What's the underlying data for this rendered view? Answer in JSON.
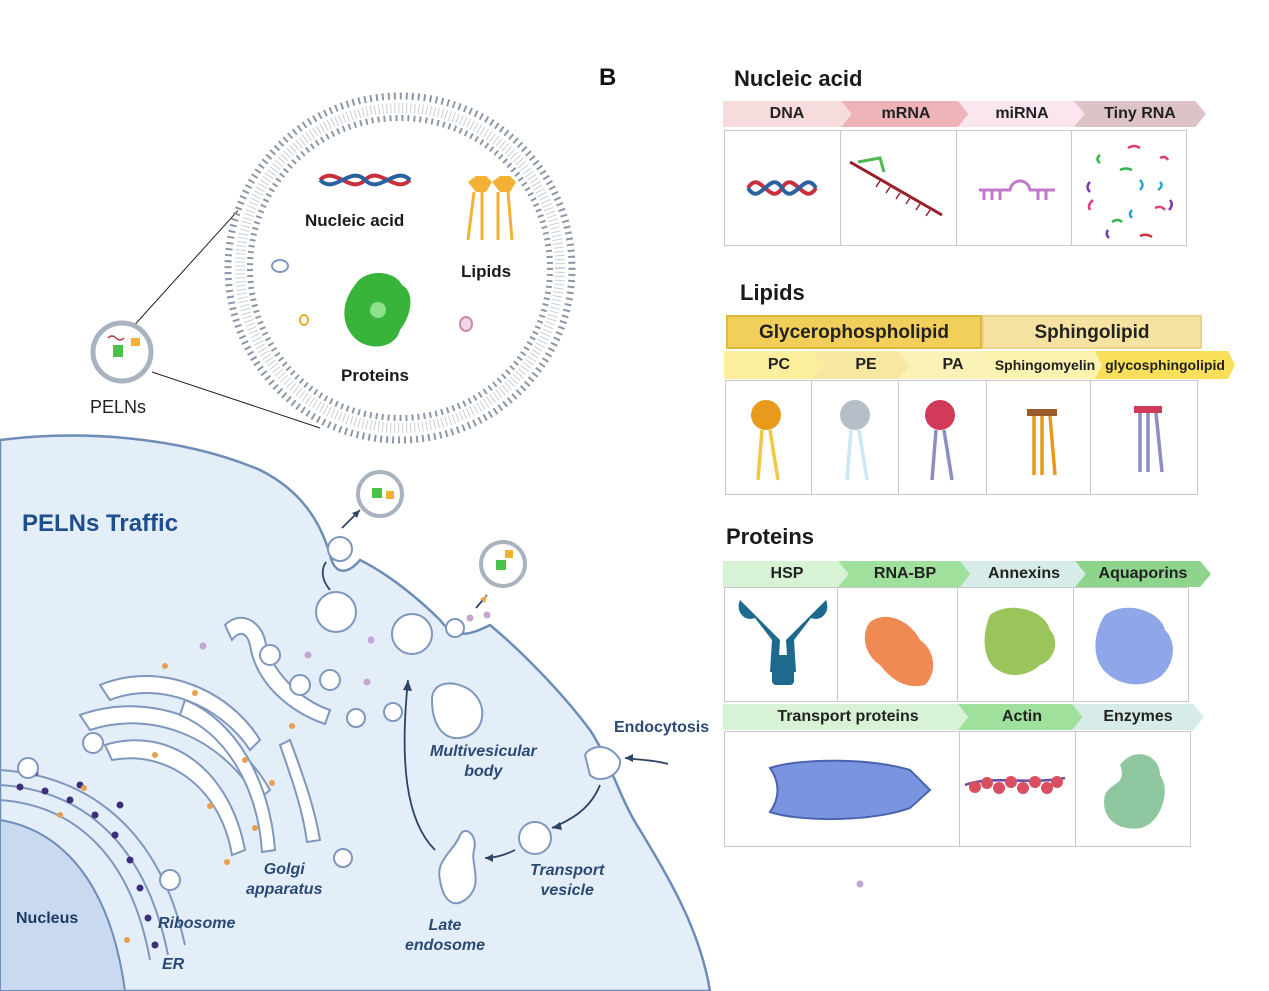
{
  "panel_b_label": "B",
  "left": {
    "pelns_label": "PELNs",
    "vesicle_labels": {
      "nucleic_acid": "Nucleic acid",
      "lipids": "Lipids",
      "proteins": "Proteins"
    },
    "traffic_title": "PELNs Traffic",
    "cell_labels": {
      "nucleus": "Nucleus",
      "ribosome": "Ribosome",
      "er": "ER",
      "golgi": "Golgi\napparatus",
      "late_endosome": "Late\nendosome",
      "transport_vesicle": "Transport\nvesicle",
      "multivesicular_body": "Multivesicular\nbody",
      "endocytosis": "Endocytosis"
    }
  },
  "nucleic_acid": {
    "title": "Nucleic acid",
    "items": [
      "DNA",
      "mRNA",
      "miRNA",
      "Tiny RNA"
    ]
  },
  "lipids": {
    "title": "Lipids",
    "groups": [
      "Glycerophospholipid",
      "Sphingolipid"
    ],
    "items": [
      "PC",
      "PE",
      "PA",
      "Sphingomyelin",
      "glycosphingolipid"
    ]
  },
  "proteins": {
    "title": "Proteins",
    "row1": [
      "HSP",
      "RNA-BP",
      "Annexins",
      "Aquaporins"
    ],
    "row2": [
      "Transport proteins",
      "Actin",
      "Enzymes"
    ]
  },
  "colors": {
    "cell_fill": "#e4eef9",
    "cell_stroke": "#6d8cb8",
    "traffic_title": "#1f4e8c",
    "label_blue": "#2b4a73",
    "membrane_bead": "#9aa5b4",
    "glycero_band": "#f2cf5a",
    "sphingo_band": "#f6e3a2",
    "protein_band": "#a9e3a9"
  }
}
